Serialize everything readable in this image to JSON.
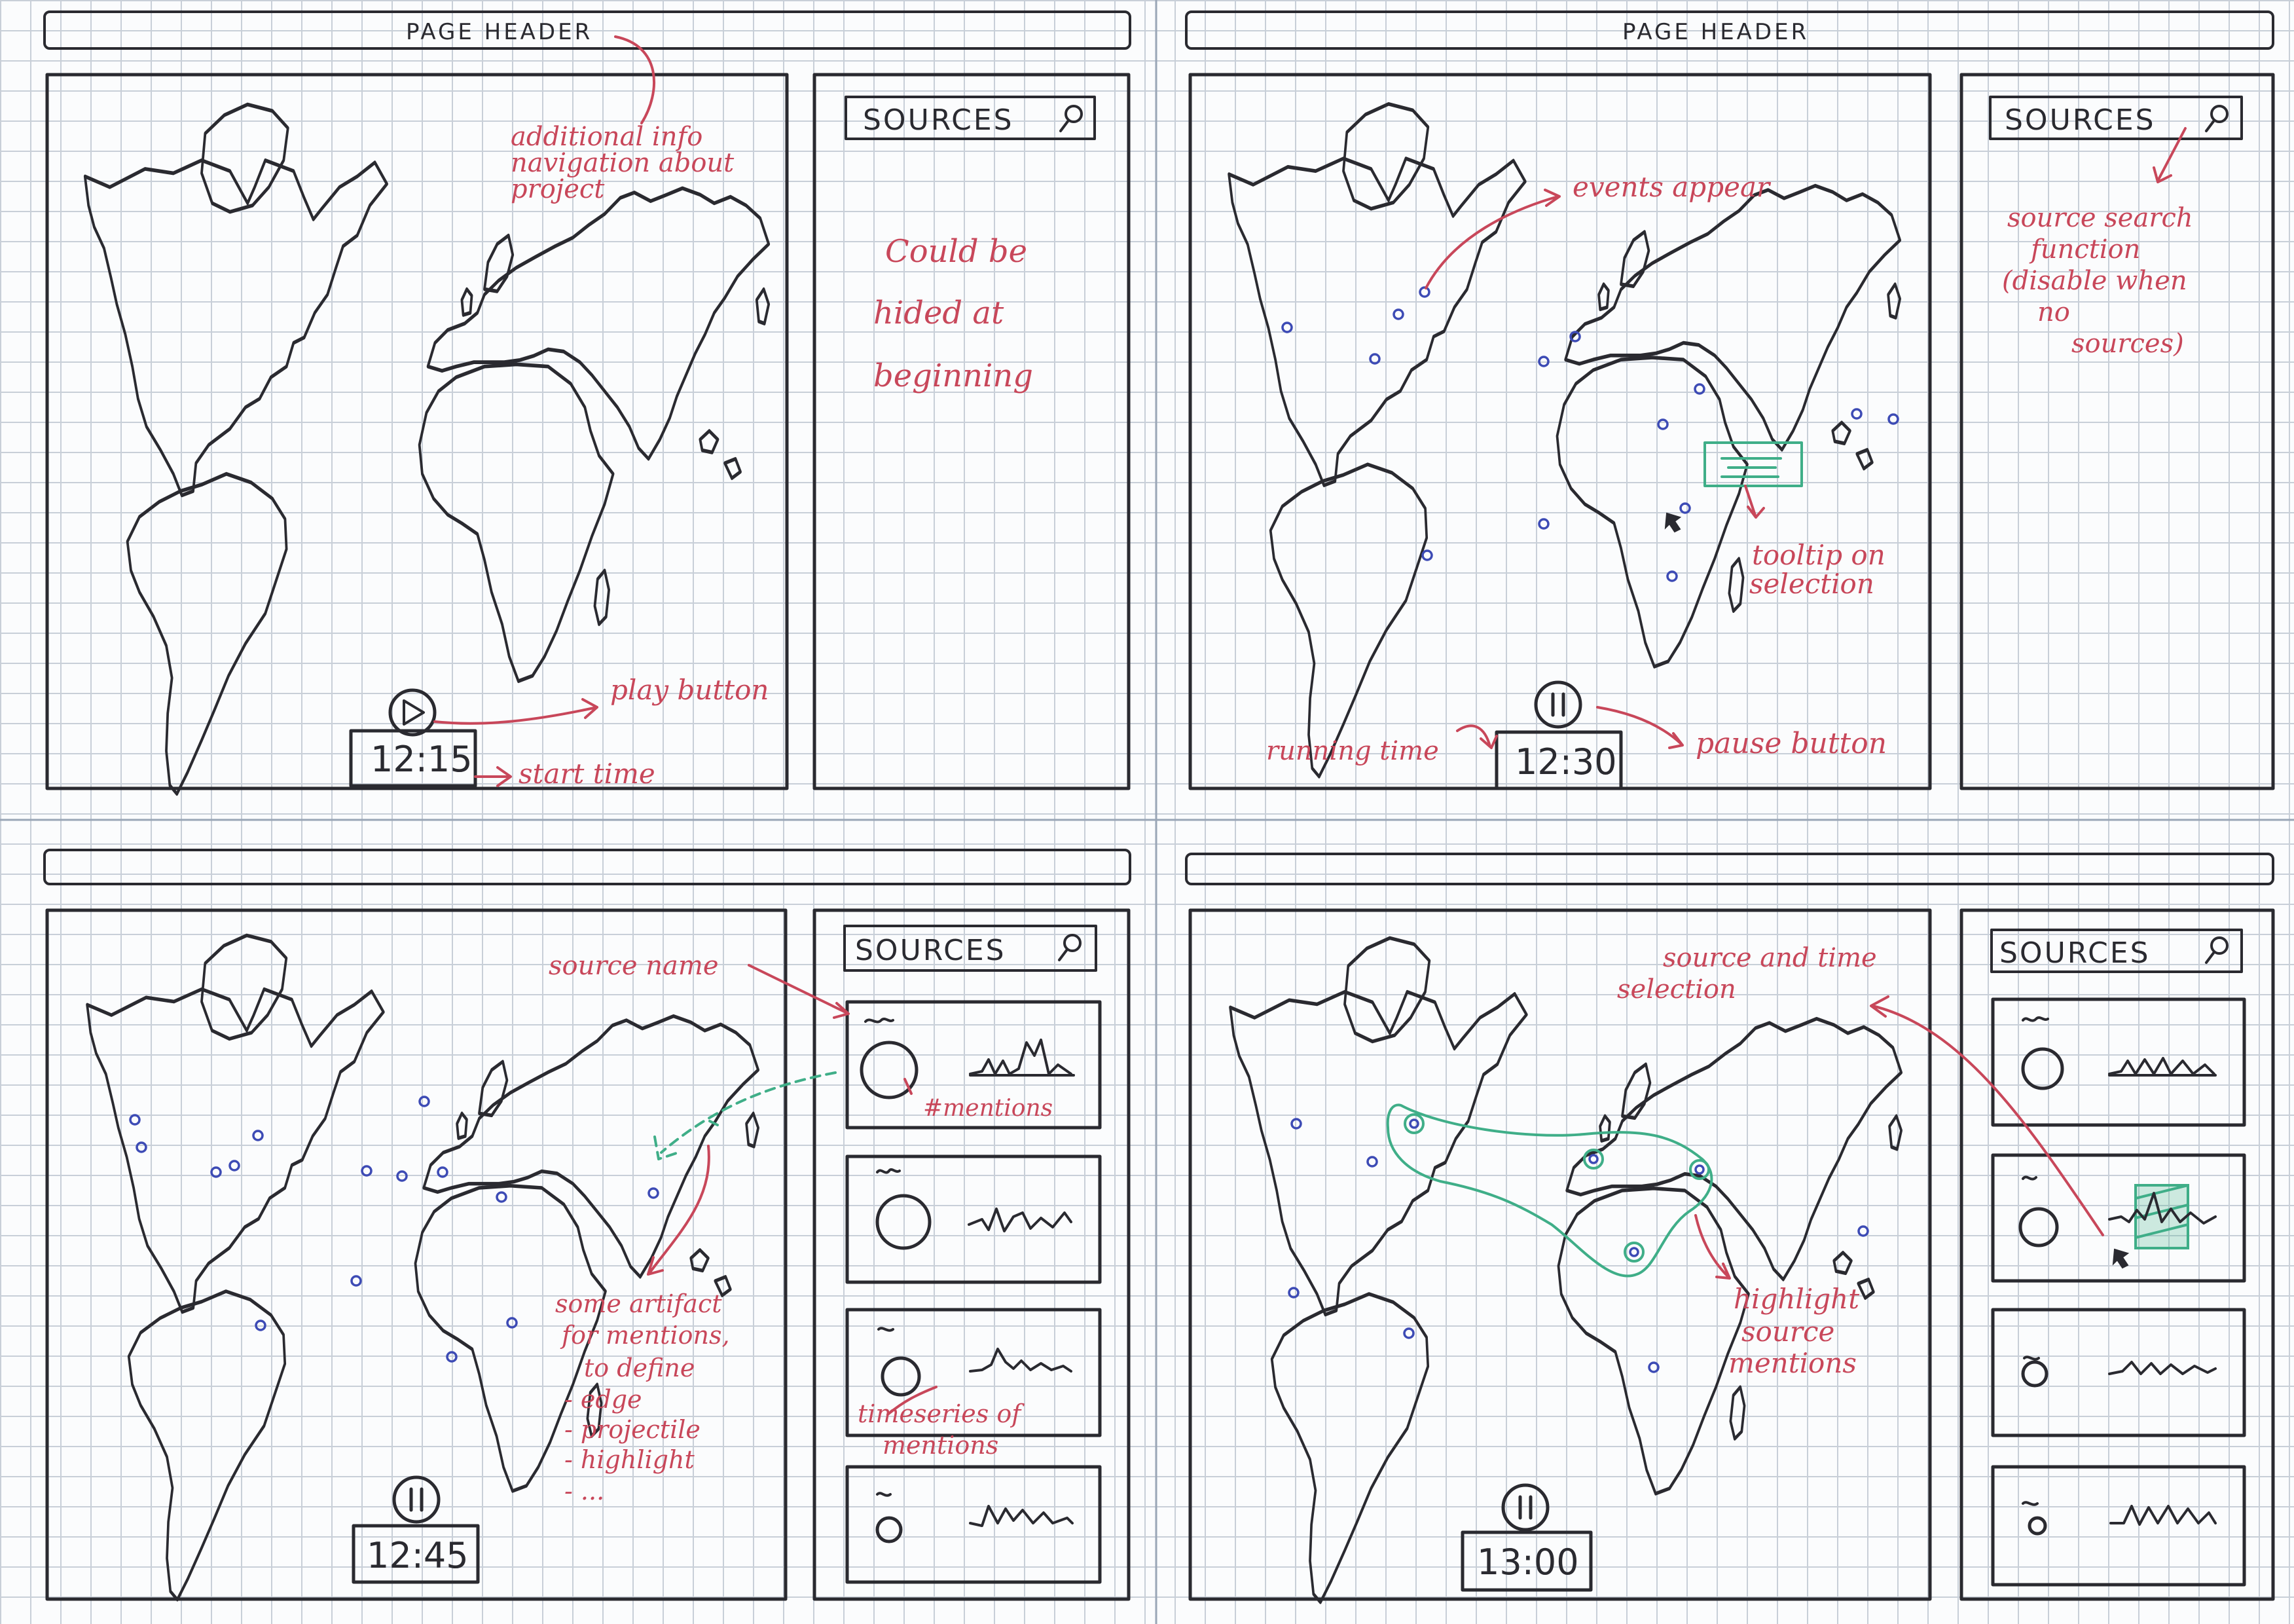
{
  "panels": [
    {
      "header": "PAGE HEADER",
      "sources_title": "SOURCES",
      "time": "12:15",
      "notes": {
        "header_info": [
          "additional info",
          "navigation about",
          "project"
        ],
        "sidebar_hidden": [
          "Could be",
          "hided at",
          "beginning"
        ],
        "play": "play button",
        "start": "start time"
      }
    },
    {
      "header": "PAGE HEADER",
      "sources_title": "SOURCES",
      "time": "12:30",
      "notes": {
        "events": "events appear",
        "search": [
          "source search",
          "function",
          "(disable when",
          "no",
          "sources)"
        ],
        "tooltip": [
          "tooltip on",
          "selection"
        ],
        "running": "running time",
        "pause": "pause button"
      }
    },
    {
      "header": "",
      "sources_title": "SOURCES",
      "time": "12:45",
      "notes": {
        "source_name": "source name",
        "mentions": "#mentions",
        "some_artifact": [
          "some artifact",
          "for mentions,",
          "to define",
          "- edge",
          "- projectile",
          "- highlight",
          "- ..."
        ],
        "timeseries": [
          "timeseries of",
          "mentions"
        ]
      }
    },
    {
      "header": "",
      "sources_title": "SOURCES",
      "time": "13:00",
      "notes": {
        "source_time": [
          "source and time",
          "selection"
        ],
        "highlight": [
          "highlight",
          "source",
          "mentions"
        ]
      }
    }
  ],
  "colors": {
    "ink": "#2a2a30",
    "annotation": "#c8475a",
    "selection": "#3fae88",
    "event_dot": "#3d4bb5",
    "grid": "#c8cfd8"
  },
  "icons": {
    "search": "magnifier-icon",
    "play": "play-icon",
    "pause": "pause-icon"
  }
}
